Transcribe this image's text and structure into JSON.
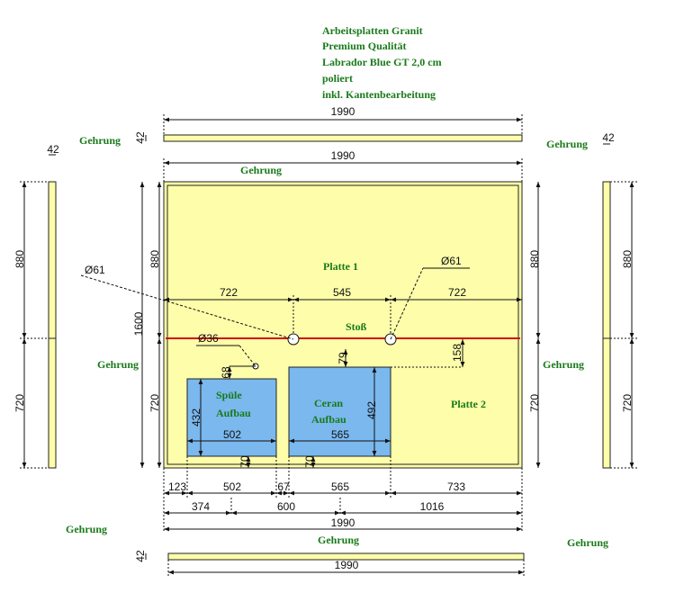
{
  "spec": {
    "line1": "Arbeitsplatten Granit",
    "line2": "Premium Qualität",
    "line3": "Labrador Blue GT 2,0 cm",
    "line4": "poliert",
    "line5": "inkl. Kantenbearbeitung"
  },
  "labels": {
    "gehrung": "Gehrung",
    "platte1": "Platte 1",
    "platte2": "Platte 2",
    "stoss": "Stoß",
    "spuele_1": "Spüle",
    "spuele_2": "Aufbau",
    "ceran_1": "Ceran",
    "ceran_2": "Aufbau"
  },
  "dims": {
    "width": "1990",
    "edge": "42",
    "height_total": "1600",
    "upper": "880",
    "lower": "720",
    "hole": "Ø61",
    "small_hole": "Ø36",
    "seg_722": "722",
    "seg_545": "545",
    "v_68": "68",
    "v_79": "79",
    "v_158": "158",
    "sink_w": "502",
    "sink_h": "432",
    "cook_w": "565",
    "cook_h": "492",
    "v_70": "70",
    "b_123": "123",
    "b_502": "502",
    "b_67": "67",
    "b_565": "565",
    "b_733": "733",
    "b_374": "374",
    "b_600": "600",
    "b_1016": "1016"
  },
  "colors": {
    "slab": "#fdfdaa",
    "cutout": "#7ab8ee",
    "seam": "#d01010",
    "text_green": "#1a7a1a"
  }
}
